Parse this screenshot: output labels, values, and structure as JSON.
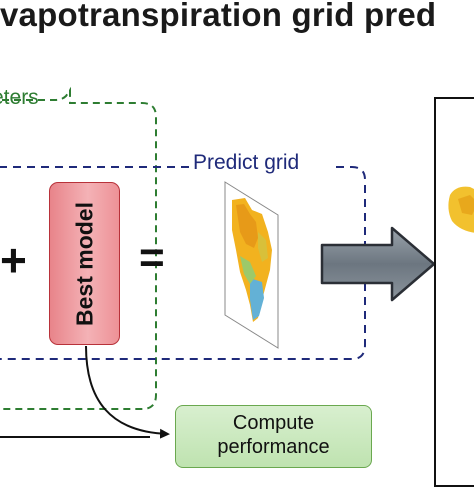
{
  "title": "vapotranspiration grid pred",
  "params_label": "eters",
  "predict_label": "Predict grid",
  "plus_symbol": "+",
  "equals_symbol": "=",
  "best_model_label": "Best model",
  "compute_box": {
    "line1": "Compute",
    "line2": "performance"
  },
  "colors": {
    "params_border": "#2e7d32",
    "predict_border": "#1f2a7a",
    "best_model_fill": "#f4b2b6",
    "best_model_border": "#b8323a",
    "compute_fill": "#c9e8bc",
    "compute_border": "#6aa84f",
    "arrow_fill": "#7a8590"
  },
  "icons": [
    "predicted-map-icon",
    "big-right-arrow-icon",
    "output-map-icon"
  ]
}
